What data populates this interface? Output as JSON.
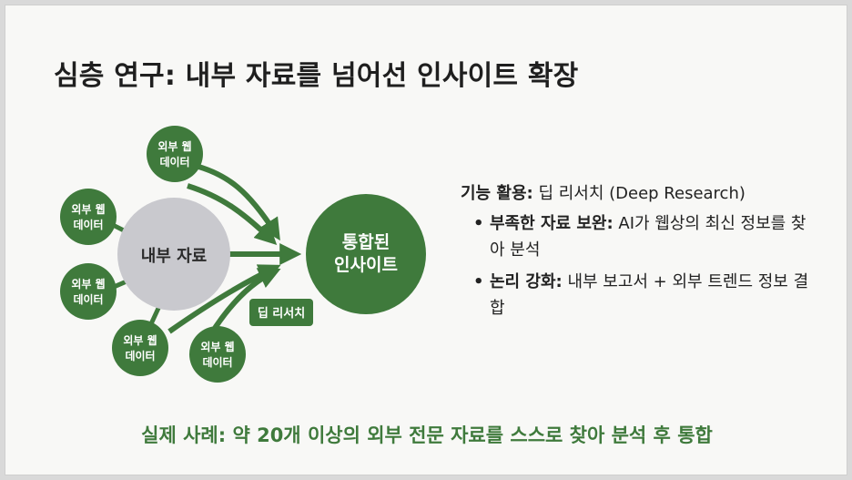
{
  "title": "심층 연구: 내부 자료를 넘어선 인사이트 확장",
  "diagram": {
    "center_label": "내부 자료",
    "result_label_line1": "통합된",
    "result_label_line2": "인사이트",
    "tag_label": "딥 리서치",
    "sources": [
      {
        "line1": "외부 웹",
        "line2": "데이터"
      },
      {
        "line1": "외부 웹",
        "line2": "데이터"
      },
      {
        "line1": "외부 웹",
        "line2": "데이터"
      },
      {
        "line1": "외부 웹",
        "line2": "데이터"
      },
      {
        "line1": "외부 웹",
        "line2": "데이터"
      }
    ]
  },
  "info": {
    "feature_label": "기능 활용:",
    "feature_value": " 딥 리서치 (Deep Research)",
    "bullets": [
      {
        "label": "부족한 자료 보완:",
        "text": " AI가 웹상의 최신 정보를 찾아 분석"
      },
      {
        "label": "논리 강화:",
        "text": " 내부 보고서 + 외부 트렌드 정보 결합"
      }
    ]
  },
  "footer": "실제 사례: 약 20개 이상의 외부 전문 자료를 스스로 찾아 분석 후 통합",
  "colors": {
    "green": "#3f7a3c",
    "gray_circle": "#c9c9ce",
    "background": "#f8f8f6"
  }
}
